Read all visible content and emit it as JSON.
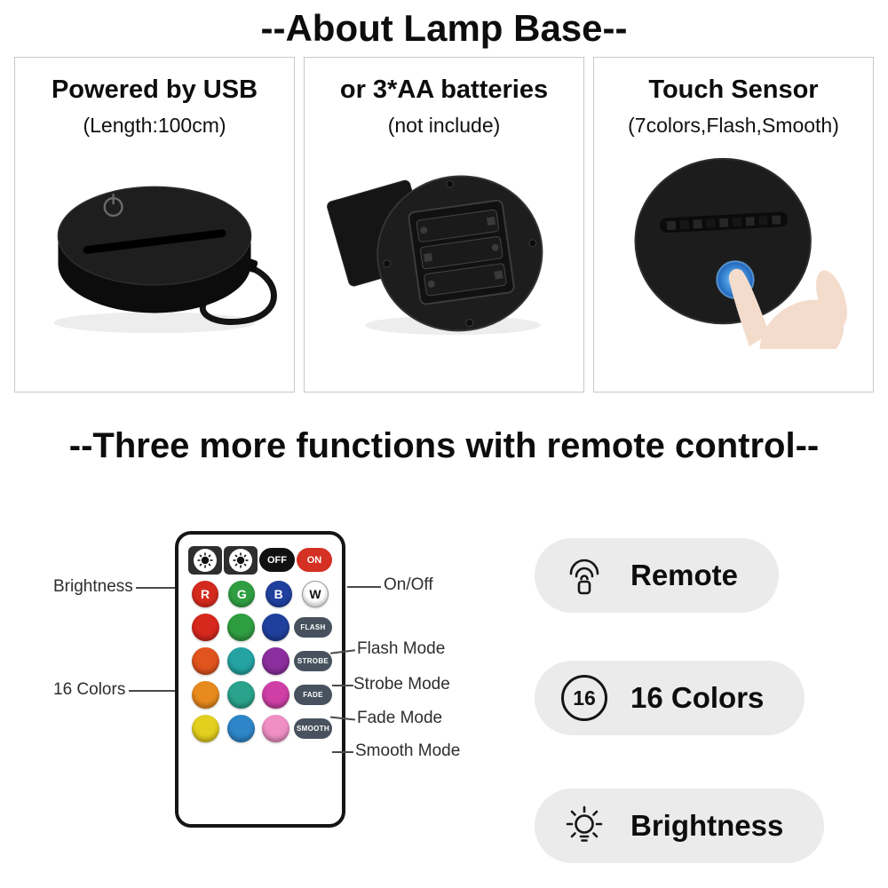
{
  "header": {
    "title": "--About Lamp Base--"
  },
  "panels": [
    {
      "heading": "Powered by USB",
      "subheading": "(Length:100cm)",
      "photo": "usb-lamp-base-photo"
    },
    {
      "heading": "or 3*AA batteries",
      "subheading": "(not include)",
      "photo": "battery-compartment-photo"
    },
    {
      "heading": "Touch Sensor",
      "subheading": "(7colors,Flash,Smooth)",
      "photo": "touch-sensor-photo"
    }
  ],
  "section2": {
    "title": "--Three more functions with remote control--"
  },
  "remote": {
    "callouts": {
      "brightness": "Brightness",
      "on_off": "On/Off",
      "colors": "16 Colors",
      "flash": "Flash Mode",
      "strobe": "Strobe Mode",
      "fade": "Fade Mode",
      "smooth": "Smooth Mode"
    },
    "buttons": {
      "brightness_up_icon": "sun-icon",
      "brightness_down_icon": "sun-icon",
      "off": "OFF",
      "on": "ON",
      "red": "R",
      "green": "G",
      "blue": "B",
      "white": "W",
      "flash": "FLASH",
      "strobe": "STROBE",
      "fade": "FADE",
      "smooth": "SMOOTH"
    },
    "colors": {
      "off_button": "#111111",
      "on_button": "#d43023",
      "rgbw": [
        "#d42a1e",
        "#2f9e41",
        "#20409e",
        "#ffffff"
      ],
      "grid": [
        [
          "#d7281e",
          "#2f9e41",
          "#20409e"
        ],
        [
          "#e1541e",
          "#25a3a3",
          "#8c2f9e"
        ],
        [
          "#e88a1e",
          "#2aa38c",
          "#cf3fa6"
        ],
        [
          "#e3cf1e",
          "#2e86c8",
          "#ef8fc3"
        ]
      ],
      "mode_button": "#47525e"
    }
  },
  "features": [
    {
      "icon": "remote-signal-icon",
      "label": "Remote"
    },
    {
      "icon": "16-badge",
      "badge": "16",
      "label": "16 Colors"
    },
    {
      "icon": "brightness-bulb-icon",
      "label": "Brightness"
    }
  ]
}
